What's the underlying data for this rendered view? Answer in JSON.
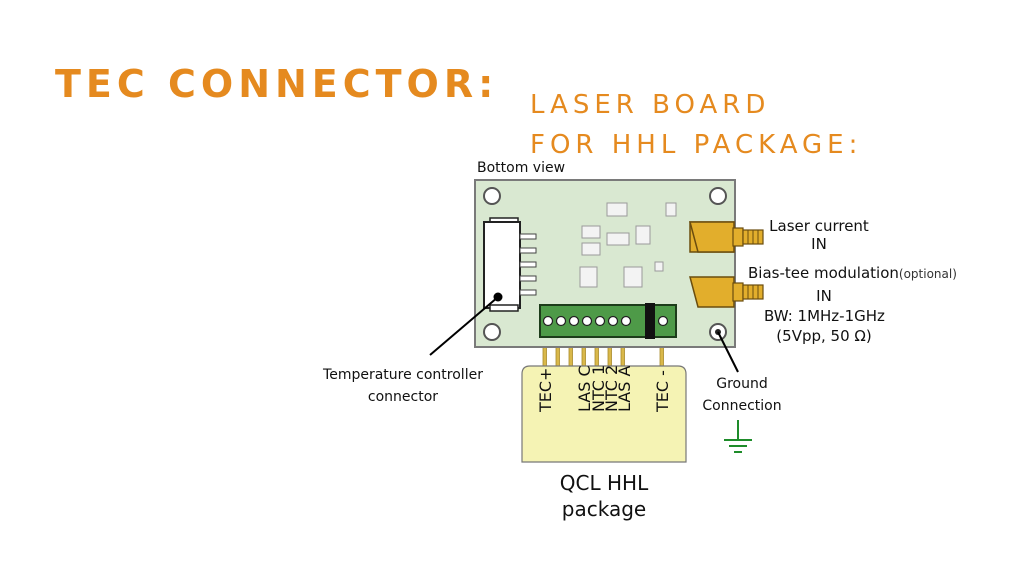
{
  "titles": {
    "main": "TEC CONNECTOR:",
    "board_line1": "LASER BOARD",
    "board_line2": "FOR HHL PACKAGE:"
  },
  "board": {
    "view_label": "Bottom view"
  },
  "labels": {
    "laser_current_line1": "Laser current",
    "laser_current_line2": "IN",
    "bias_tee_line1": "Bias-tee modulation",
    "bias_tee_optional": "(optional)",
    "bias_tee_line2": "IN",
    "bandwidth": "BW: 1MHz-1GHz",
    "amplitude": "(5Vpp, 50 Ω)",
    "temp_ctrl_line1": "Temperature controller",
    "temp_ctrl_line2": "connector",
    "ground_line1": "Ground",
    "ground_line2": "Connection"
  },
  "package": {
    "line1": "QCL HHL",
    "line2": "package",
    "pins": [
      "TEC+",
      "LAS C",
      "NTC 1",
      "NTC 2",
      "LAS A",
      "TEC -"
    ]
  },
  "colors": {
    "title_orange": "#e58a1f",
    "pcb_green": "#d9e8d1",
    "terminal_green": "#4e9a48",
    "package_yellow": "#f5f3b4",
    "pin_gold": "#d9b84a",
    "sma_gold": "#e2ae2c",
    "ground_green": "#1e8c2a"
  }
}
